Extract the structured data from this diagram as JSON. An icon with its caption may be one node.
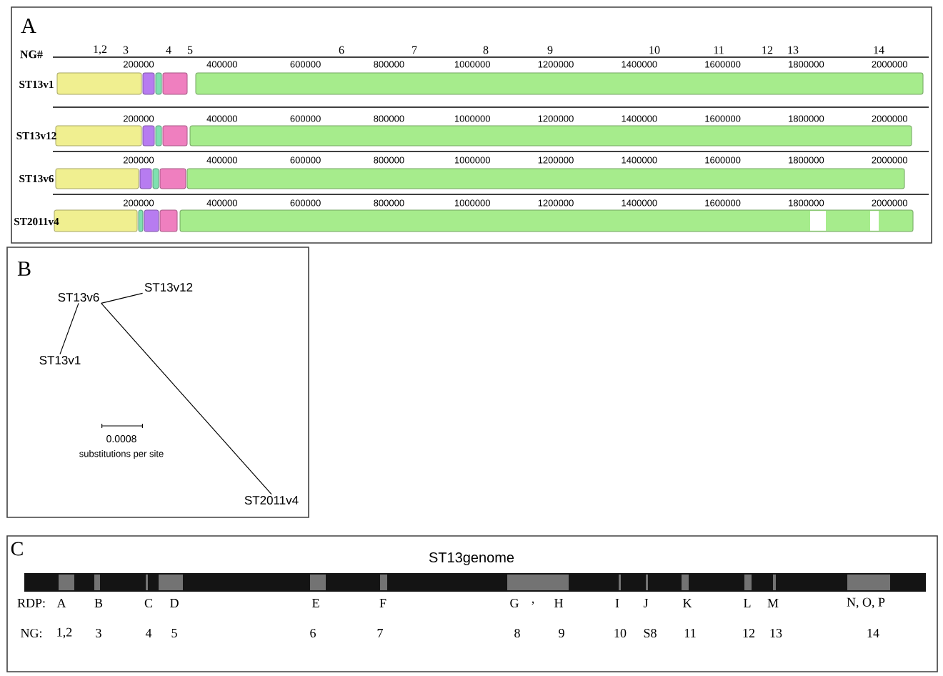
{
  "diagram": {
    "nodes": [
      {
        "text": [
          "ST13v6"
        ]
      },
      {
        "text": [
          "ST13v12"
        ]
      },
      {
        "text": [
          "ST13v1"
        ]
      },
      {
        "text": [
          "ST2011v4"
        ]
      }
    ],
    "edges": [
      {
        "from": 0,
        "to": 1,
        "arrow": "none"
      },
      {
        "from": 0,
        "to": 2,
        "arrow": "none"
      },
      {
        "from": 0,
        "to": 3,
        "arrow": "none"
      }
    ],
    "labels": [
      "A",
      "NG#",
      "1,2",
      "3",
      "4",
      "5",
      "6",
      "7",
      "8",
      "9",
      "10",
      "11",
      "12",
      "13",
      "14",
      "200000",
      "400000",
      "600000",
      "800000",
      "1000000",
      "1200000",
      "1400000",
      "1600000",
      "1800000",
      "2000000",
      "ST13v1",
      "200000",
      "400000",
      "600000",
      "800000",
      "1000000",
      "1200000",
      "1400000",
      "1600000",
      "1800000",
      "2000000",
      "ST13v12",
      "200000",
      "400000",
      "600000",
      "800000",
      "1000000",
      "1200000",
      "1400000",
      "1600000",
      "1800000",
      "2000000",
      "ST13v6",
      "200000",
      "400000",
      "600000",
      "800000",
      "1000000",
      "1200000",
      "1400000",
      "1600000",
      "1800000",
      "2000000",
      "ST2011v4",
      "B",
      "0.0008",
      "substitutions per site",
      "C",
      "ST13genome",
      "RDP:",
      "A",
      "B",
      "C",
      "D",
      "E",
      "F",
      "G",
      ",",
      "H",
      "I",
      "J",
      "K",
      "L",
      "M",
      "N, O, P",
      "NG:",
      "1,2",
      "3",
      "4",
      "5",
      "6",
      "7",
      "8",
      "9",
      "10",
      "S8",
      "11",
      "12",
      "13",
      "14"
    ]
  }
}
